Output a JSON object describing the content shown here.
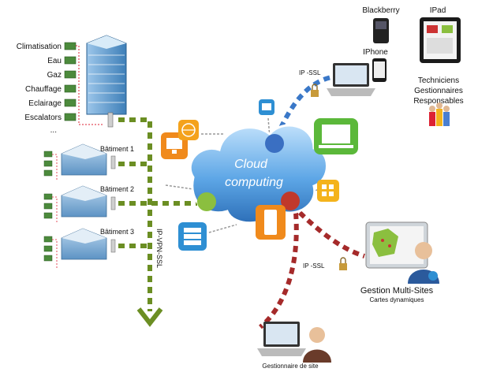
{
  "systems": [
    "Climatisation",
    "Eau",
    "Gaz",
    "Chauffage",
    "Eclairage",
    "Escalators",
    "..."
  ],
  "buildings": [
    "Bâtiment 1",
    "Bâtiment 2",
    "Bâtiment 3"
  ],
  "cloud": {
    "line1": "Cloud",
    "line2": "computing"
  },
  "vpn_label": "IP-VPN-SSL",
  "ssl_label_top": "IP -SSL",
  "ssl_label_bottom": "IP -SSL",
  "devices": {
    "blackberry": "Blackberry",
    "ipad": "IPad",
    "iphone": "IPhone"
  },
  "roles": [
    "Techniciens",
    "Gestionnaires",
    "Responsables"
  ],
  "multisite": {
    "title": "Gestion Multi-Sites",
    "subtitle": "Cartes dynamiques"
  },
  "site_manager": "Gestionnaire de site",
  "colors": {
    "green_link": "#6b8e23",
    "blue_link": "#3a78c8",
    "red_link": "#a52a2a",
    "cloud": "#4a90d9"
  }
}
